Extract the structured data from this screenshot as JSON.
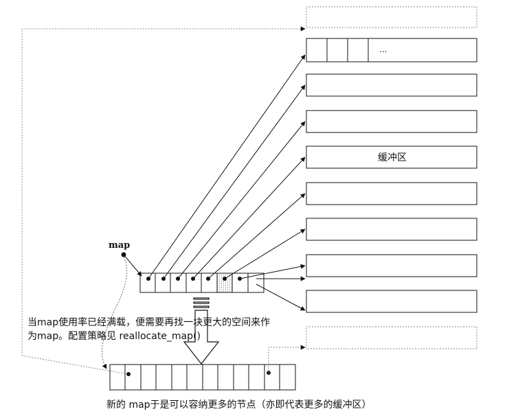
{
  "map_label": "map",
  "buffer_label": "缓冲区",
  "ellipsis": "...",
  "note_line1": "当map使用率已经满载，便需要再找一块更大的空间来作",
  "note_line2": "为map。配置策略见 reallocate_map()",
  "caption": "新的 map于是可以容纳更多的节点（亦即代表更多的缓冲区）"
}
